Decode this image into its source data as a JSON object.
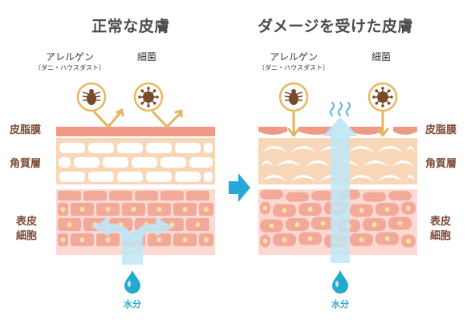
{
  "titles": {
    "healthy": "正常な皮膚",
    "damaged": "ダメージを受けた皮膚"
  },
  "layers": {
    "sebum": "皮脂膜",
    "stratum_corneum": "角質層",
    "epidermal_cells": [
      "表皮",
      "細胞"
    ]
  },
  "labels": {
    "allergen": "アレルゲン",
    "allergen_examples": "（ダニ・ハウスダスト）",
    "bacteria": "細菌",
    "water": "水分"
  },
  "colors": {
    "title_text": "#4b4b4b",
    "layer_label_text": "#7d4a36",
    "sebum_film": "#ee9a86",
    "stratum_corneum_bg": "#f8d7b8",
    "corneocyte": "#ffffff",
    "cell_bg": "#fbd9d2",
    "cell": "#f2a99a",
    "cell_nucleus": "#fbe3a0",
    "water_arrow": "#bfe6f6",
    "water_drop": "#25a9cf",
    "transition_arrow": "#27a7d9",
    "invasion_arrow": "#e3b562",
    "icon_ring": "#e6b85a",
    "icon_dark": "#7a4a2a"
  },
  "icons": [
    "mite-icon",
    "bacteria-icon",
    "steam-icon",
    "water-drop-icon",
    "arrow-right-icon"
  ]
}
